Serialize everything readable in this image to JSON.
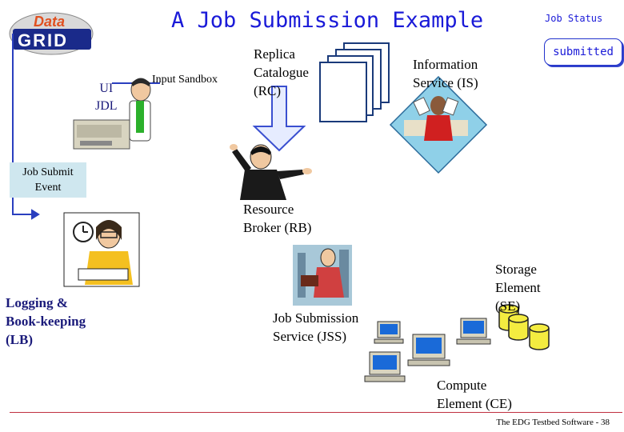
{
  "header": {
    "title": "A Job Submission Example",
    "logo_text_top": "Data",
    "logo_text_bottom": "GRID"
  },
  "job_status": {
    "label": "Job Status",
    "value": "submitted"
  },
  "nodes": {
    "ui": {
      "line1": "UI",
      "line2": "JDL"
    },
    "input_sandbox": {
      "label": "Input Sandbox"
    },
    "replica_catalogue": {
      "line1": "Replica",
      "line2": "Catalogue",
      "line3": "(RC)"
    },
    "information_service": {
      "line1": "Information",
      "line2": "Service (IS)"
    },
    "job_submit_event": {
      "line1": "Job Submit",
      "line2": "Event"
    },
    "resource_broker": {
      "line1": "Resource",
      "line2": "Broker (RB)"
    },
    "logging": {
      "line1": "Logging &",
      "line2": "Book-keeping",
      "line3": "(LB)"
    },
    "job_submission_service": {
      "line1": "Job Submission",
      "line2": "Service (JSS)"
    },
    "storage_element": {
      "line1": "Storage",
      "line2": "Element",
      "line3": "(SE)"
    },
    "compute_element": {
      "line1": "Compute",
      "line2": "Element (CE)"
    }
  },
  "footer": {
    "text": "The EDG Testbed Software - 38"
  },
  "colors": {
    "title": "#1a1ad8",
    "labels": "#1a1a7a",
    "connector": "#2a3fbf",
    "event_box": "#cfe7ef",
    "footer_rule": "#c03040"
  }
}
